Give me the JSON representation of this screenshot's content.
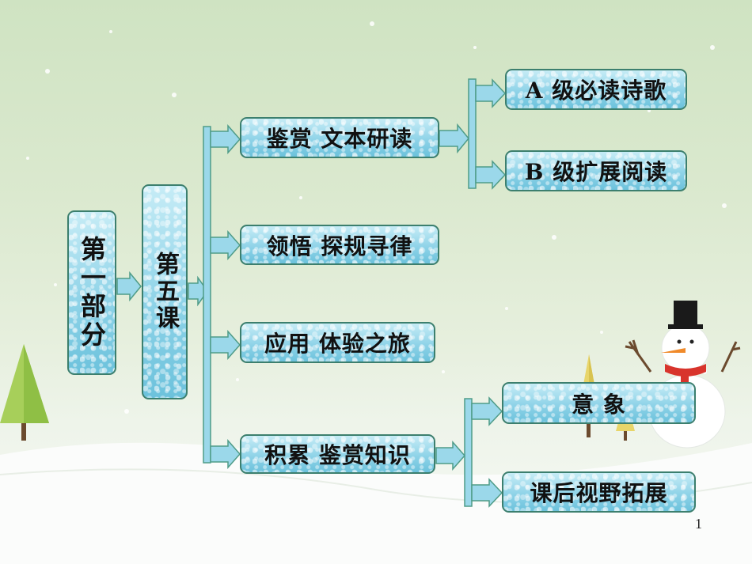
{
  "nodes": {
    "part": "第一部分",
    "lesson": "第五课",
    "appreciation": "鉴赏  文本研读",
    "comprehension": "领悟  探规寻律",
    "application": "应用  体验之旅",
    "accumulation": "积累  鉴赏知识",
    "level_a": "A 级必读诗歌",
    "level_b": "B 级扩展阅读",
    "imagery": "意  象",
    "extended_reading": "课后视野拓展"
  },
  "page_number": "1",
  "colors": {
    "node_fill": "#8fd3e8",
    "node_border": "#3c7f6e",
    "connector_fill": "#9bd8ea",
    "connector_stroke": "#4f9c88"
  }
}
